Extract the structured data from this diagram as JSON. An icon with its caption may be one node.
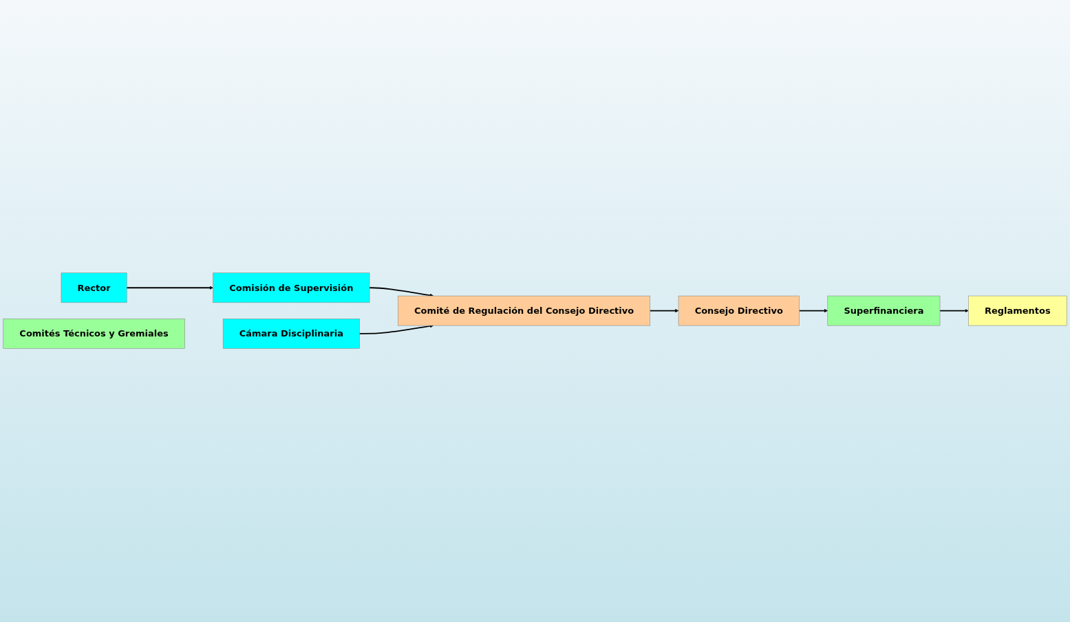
{
  "diagram": {
    "nodes": [
      {
        "text": [
          "Rector"
        ]
      },
      {
        "text": [
          "Comisión de Supervisión"
        ]
      },
      {
        "text": [
          "Comités Técnicos y Gremiales"
        ]
      },
      {
        "text": [
          "Cámara Disciplinaria"
        ]
      },
      {
        "text": [
          "Comité de Regulación del Consejo Directivo"
        ]
      },
      {
        "text": [
          "Consejo Directivo"
        ]
      },
      {
        "text": [
          "Reglamentos"
        ]
      },
      {
        "text": [
          "Superfinanciera"
        ]
      }
    ],
    "edges": [
      {
        "from": 0,
        "to": 1,
        "arrow": "to"
      },
      {
        "from": 1,
        "to": 4,
        "arrow": "to"
      },
      {
        "from": 3,
        "to": 4,
        "arrow": "to"
      },
      {
        "from": 4,
        "to": 5,
        "arrow": "to"
      },
      {
        "from": 5,
        "to": 7,
        "arrow": "to"
      },
      {
        "from": 7,
        "to": 6,
        "arrow": "to"
      }
    ]
  }
}
